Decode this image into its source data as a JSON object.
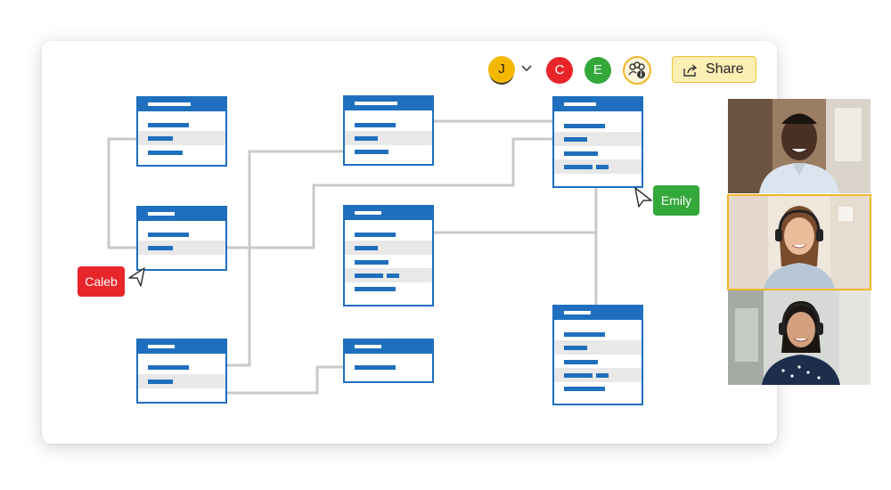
{
  "participants": {
    "current_user_initial": "J",
    "others": [
      {
        "initial": "C",
        "color": "#e8262a"
      },
      {
        "initial": "E",
        "color": "#34a83a"
      }
    ]
  },
  "toolbar": {
    "share_label": "Share",
    "people_icon": "people-info-icon",
    "share_icon": "share-arrow-icon"
  },
  "cursors": {
    "caleb_label": "Caleb",
    "emily_label": "Emily"
  },
  "colors": {
    "table_blue": "#1f6fbe",
    "connector": "#c9c9c9",
    "share_bg": "#fcefb4",
    "active_tile_border": "#f2b829"
  },
  "video_tiles": [
    {
      "name": "participant-1-video",
      "active": false
    },
    {
      "name": "participant-2-video",
      "active": true
    },
    {
      "name": "participant-3-video",
      "active": false
    }
  ]
}
